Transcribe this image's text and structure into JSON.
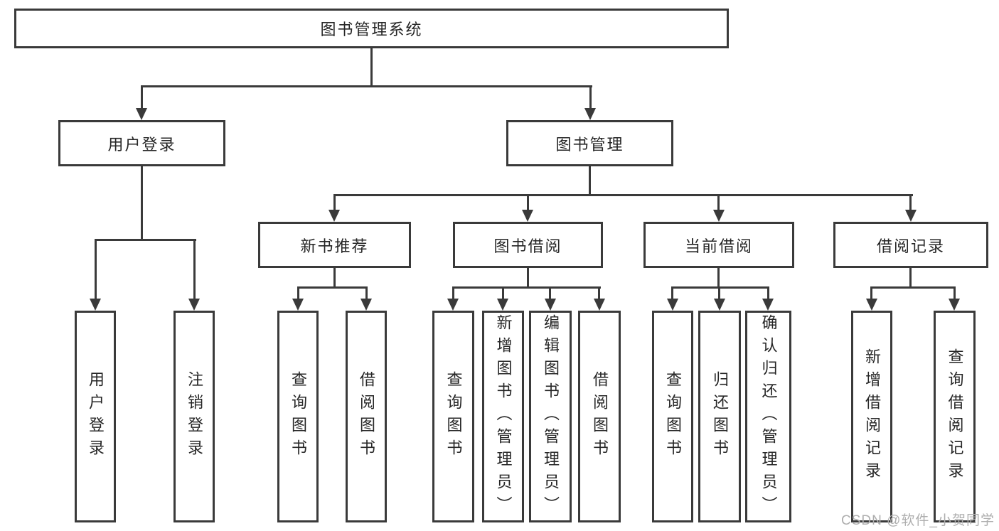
{
  "title": "图书管理系统",
  "level2": {
    "user_login": "用户登录",
    "book_mgmt": "图书管理"
  },
  "level3": {
    "new_books": "新书推荐",
    "book_borrow": "图书借阅",
    "current_borrow": "当前借阅",
    "borrow_records": "借阅记录"
  },
  "leaves": {
    "user_login": [
      "用户登录",
      "注销登录"
    ],
    "new_books": [
      "查询图书",
      "借阅图书"
    ],
    "book_borrow": [
      "查询图书",
      "新增图书（管理员）",
      "编辑图书（管理员）",
      "借阅图书"
    ],
    "current_borrow": [
      "查询图书",
      "归还图书",
      "确认归还（管理员）"
    ],
    "borrow_records": [
      "新增借阅记录",
      "查询借阅记录"
    ]
  },
  "watermark": "CSDN @软件_小贺同学",
  "colors": {
    "line": "#3a3a3a",
    "text": "#262626",
    "watermark": "#aeaeae",
    "background": "#ffffff"
  }
}
